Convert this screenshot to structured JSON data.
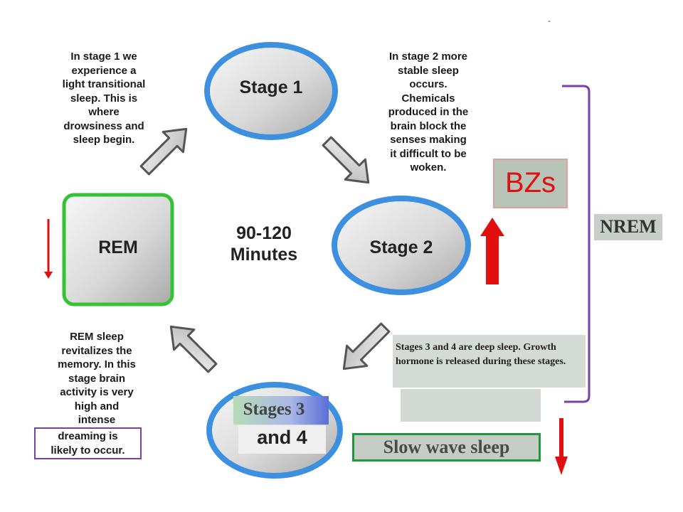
{
  "cycle": {
    "stage1": "Stage 1",
    "stage2": "Stage 2",
    "rem": "REM",
    "stage34_bottom": "and 4",
    "center": "90-120\nMinutes"
  },
  "notes": {
    "stage1": "In stage 1 we\nexperience a\nlight transitional\nsleep. This is\nwhere\ndrowsiness and\nsleep begin.",
    "stage2": "In stage 2 more\nstable sleep\noccurs.\nChemicals\nproduced in the\nbrain block the\nsenses making\nit difficult to be\nwoken.",
    "rem_top": "REM sleep\nrevitalizes the\nmemory. In this\nstage brain\nactivity is very\nhigh and\nintense",
    "rem_boxed": "dreaming is\nlikely to occur."
  },
  "overlays": {
    "stages34_label": "Stages 3",
    "bzs": "BZs",
    "nrem": "NREM",
    "deep_sleep": "Stages 3 and 4 are deep sleep. Growth hormone is released during these stages.",
    "slow_wave": "Slow wave sleep",
    "top_mark": "-"
  },
  "colors": {
    "ring_blue": "#3d8fe0",
    "rem_green": "#35c235",
    "bracket_purple": "#7b3fa8",
    "arrow_red": "#e11010",
    "slow_wave_border": "#1e9a3c",
    "overlay_gray": "#c7cec7"
  }
}
